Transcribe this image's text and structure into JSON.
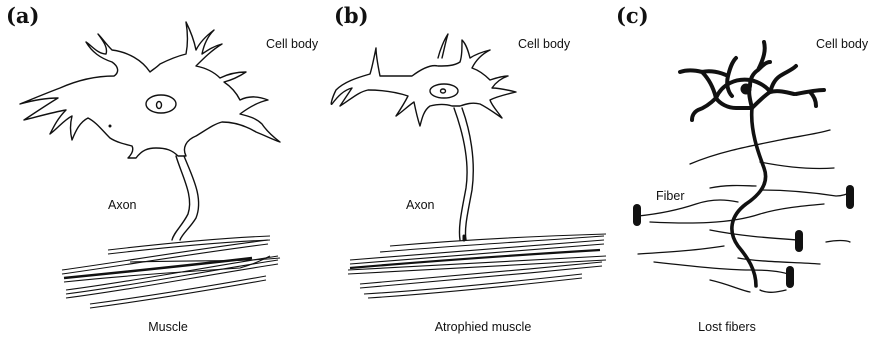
{
  "panels": [
    {
      "letter": "(a)",
      "cell_body_label": "Cell body",
      "axon_label": "Axon",
      "caption": "Muscle"
    },
    {
      "letter": "(b)",
      "cell_body_label": "Cell body",
      "axon_label": "Axon",
      "caption": "Atrophied muscle"
    },
    {
      "letter": "(c)",
      "cell_body_label": "Cell body",
      "fiber_label": "Fiber",
      "caption": "Lost fibers"
    }
  ],
  "colors": {
    "ink": "#111111",
    "background": "#ffffff"
  }
}
